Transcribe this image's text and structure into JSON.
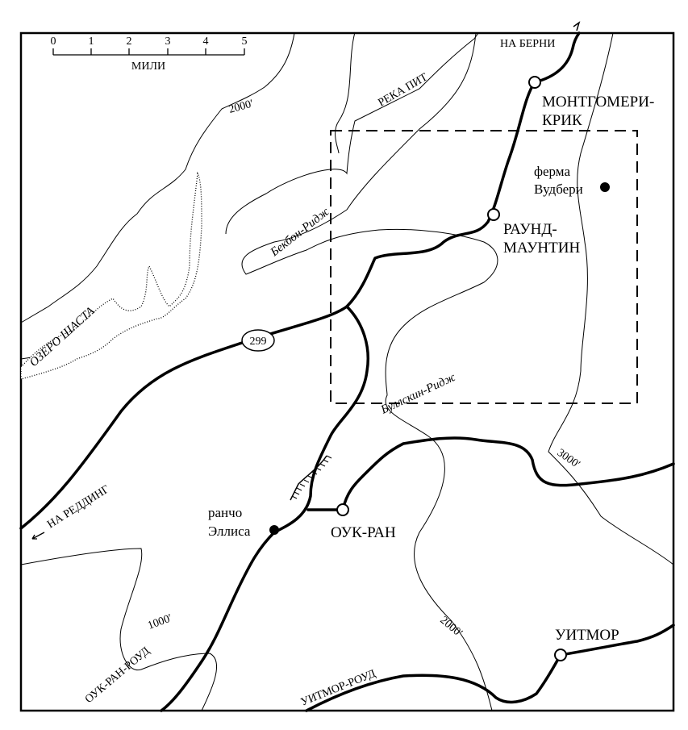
{
  "scale": {
    "ticks": [
      "0",
      "1",
      "2",
      "3",
      "4",
      "5"
    ],
    "unit": "МИЛИ"
  },
  "labels": {
    "to_burney": "НА БЕРНИ",
    "pit_river": "РЕКА ПИТ",
    "contour_2000_top": "2000′",
    "contour_2000_bottom": "2000′",
    "contour_3000": "3000′",
    "contour_1000": "1000′",
    "backbone_ridge": "Бекбон-Ридж",
    "bullskin_ridge": "Буллскин-Ридж",
    "lake_shasta": "ОЗЕРО ШАСТА",
    "highway": "299",
    "to_redding": "НА РЕДДИНГ",
    "oak_run_road": "ОУК-РАН-РОУД",
    "whitmore_road": "УИТМОР-РОУД"
  },
  "places": {
    "montgomery_creek": [
      "МОНТГОМЕРИ-",
      "КРИК"
    ],
    "round_mountain": [
      "РАУНД-",
      "МАУНТИН"
    ],
    "woodbury_farm": [
      "ферма",
      "Вудбери"
    ],
    "ellis_ranch": [
      "ранчо",
      "Эллиса"
    ],
    "oak_run": "ОУК-РАН",
    "whitmore": "УИТМОР"
  }
}
